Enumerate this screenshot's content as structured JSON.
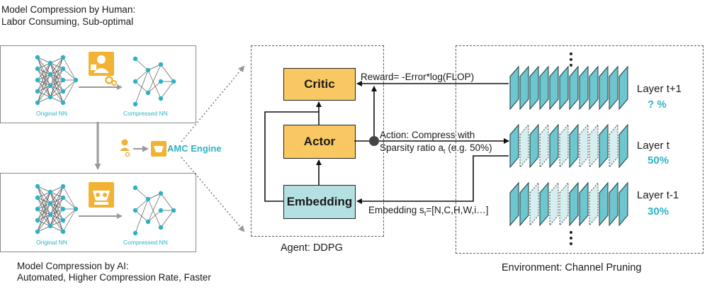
{
  "human": {
    "title_line1": "Model Compression by Human:",
    "title_line2": "Labor Consuming, Sub-optimal",
    "original_label": "Original NN",
    "compressed_label": "Compressed NN"
  },
  "ai": {
    "title_line1": "Model Compression by AI:",
    "title_line2": "Automated, Higher Compression Rate, Faster",
    "original_label": "Original NN",
    "compressed_label": "Compressed NN"
  },
  "engine_label": "AMC Engine",
  "agent": {
    "caption": "Agent: DDPG",
    "critic": "Critic",
    "actor": "Actor",
    "embedding": "Embedding"
  },
  "signals": {
    "reward": "Reward= -Error*log(FLOP)",
    "action_line1": "Action: Compress with",
    "action_line2_prefix": "Sparsity ratio a",
    "action_line2_sub": "t",
    "action_line2_suffix": " (e.g. 50%)",
    "embed_prefix": "Embedding s",
    "embed_sub": "t",
    "embed_suffix": "=[N,C,H,W,i…]"
  },
  "environment": {
    "caption": "Environment: Channel Pruning",
    "layers": [
      {
        "name": "Layer t+1",
        "value": "? %"
      },
      {
        "name": "Layer t",
        "value": "50%"
      },
      {
        "name": "Layer t-1",
        "value": "30%"
      }
    ]
  },
  "colors": {
    "teal": "#2fb1c4",
    "gold": "#f2b233",
    "box_yellow": "#f9c863",
    "box_cyan": "#b5e0e2",
    "slab": "#6ec6cf"
  }
}
